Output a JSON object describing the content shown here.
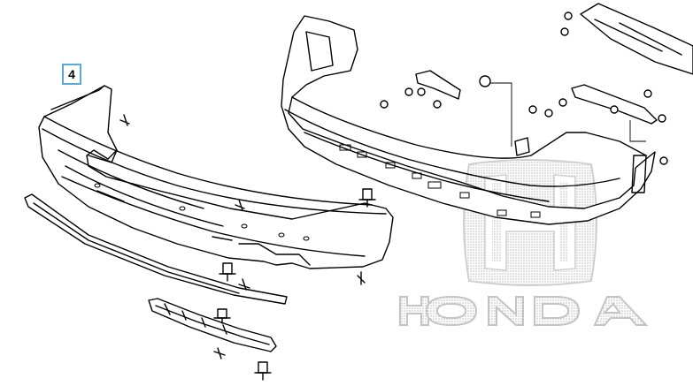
{
  "callout": {
    "label": "4"
  },
  "watermark": {
    "brand_text": "HONDA",
    "emblem": "honda-h-emblem"
  },
  "colors": {
    "callout_border": "#5aa9d6",
    "line": "#000000",
    "watermark": "#c8c8c8"
  }
}
